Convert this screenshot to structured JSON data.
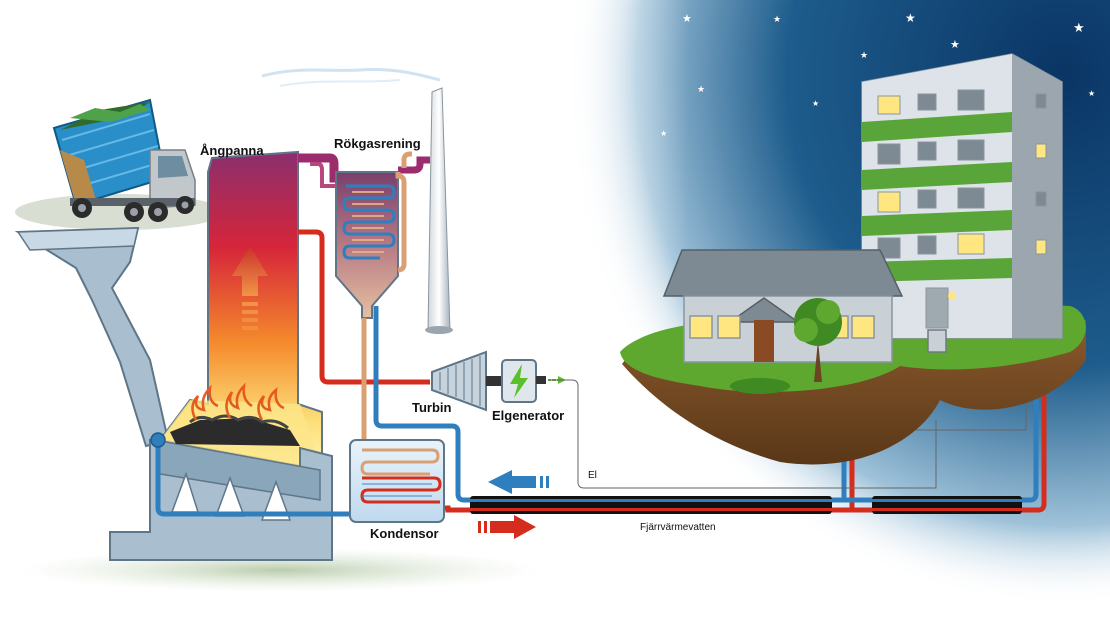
{
  "labels": {
    "boiler": "Ångpanna",
    "flue_gas_cleaning": "Rökgasrening",
    "turbine": "Turbin",
    "generator": "Elgenerator",
    "condenser": "Kondensor",
    "electricity": "El",
    "district_heating_water": "Fjärrvärmevatten"
  },
  "colors": {
    "hot_water": "#d42d1e",
    "cold_water": "#2f7fbe",
    "steam_pipe": "#d9a173",
    "flue_gas": "#9b2c6e",
    "plant_body": "#a9bfd0",
    "night_sky": "#0b3d6e",
    "grass": "#5fa830",
    "building_stripe": "#5aa53a"
  },
  "icons": {
    "generator": "lightning-bolt-icon",
    "cold_flow": "arrow-left-icon",
    "hot_flow": "arrow-right-icon",
    "heat_rise": "arrow-up-icon"
  }
}
